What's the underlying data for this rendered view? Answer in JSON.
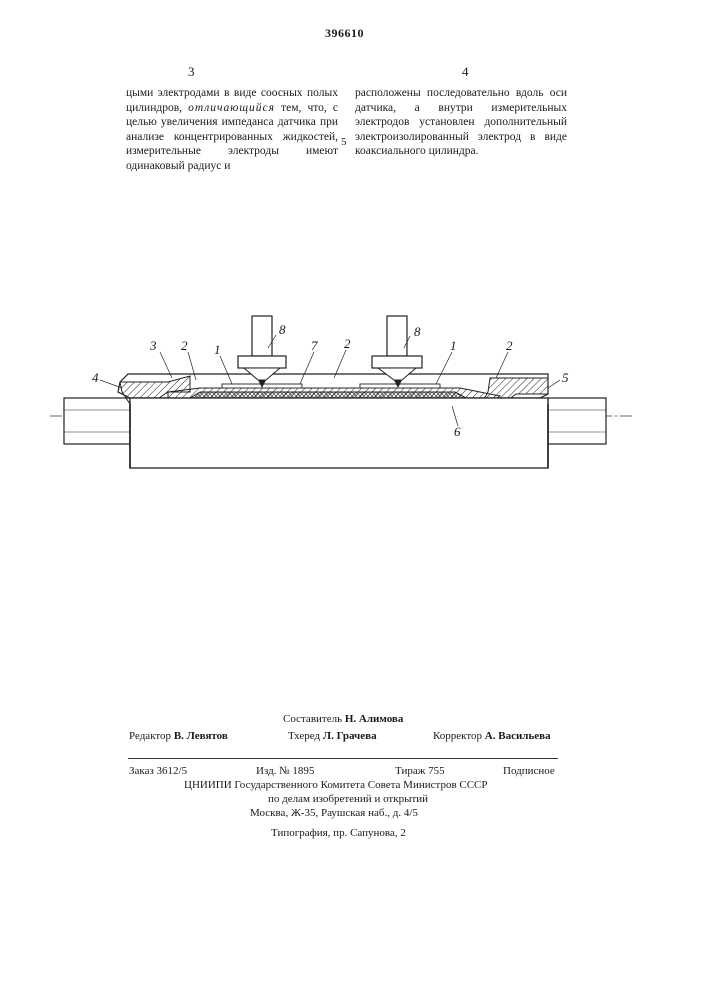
{
  "header": {
    "patent_number": "396610",
    "left_column_number": "3",
    "right_column_number": "4",
    "line_number": "5"
  },
  "body": {
    "left_parts": [
      "цыми электродами в виде соосных полых цилиндров, ",
      "отличающийся",
      " тем, что, с целью увеличения импеданса датчика при анализе концентрированных жидкостей, измерительные электроды имеют одинаковый радиус и"
    ],
    "right": "расположены последовательно вдоль оси датчика, а внутри измерительных электродов установлен дополнительный электроизолированный электрод в виде коаксиального цилиндра."
  },
  "figure": {
    "labels": [
      "3",
      "2",
      "1",
      "8",
      "7",
      "2",
      "8",
      "1",
      "2",
      "4",
      "5",
      "6"
    ]
  },
  "footer": {
    "compiler_label": "Составитель",
    "compiler_name": "Н. Алимова",
    "editor_label": "Редактор",
    "editor_name": "В. Левятов",
    "techred_label": "Тхеред",
    "techred_name": "Л. Грачева",
    "corrector_label": "Корректор",
    "corrector_name": "А. Васильева",
    "order": "Заказ 3612/5",
    "edition": "Изд. № 1895",
    "print_run": "Тираж 755",
    "subscription": "Подписное",
    "institute": "ЦНИИПИ Государственного Комитета Совета Министров СССР",
    "institute_dept": "по делам изобретений и открытий",
    "address": "Москва, Ж-35, Раушская наб., д. 4/5",
    "printing": "Типография, пр. Сапунова, 2"
  }
}
